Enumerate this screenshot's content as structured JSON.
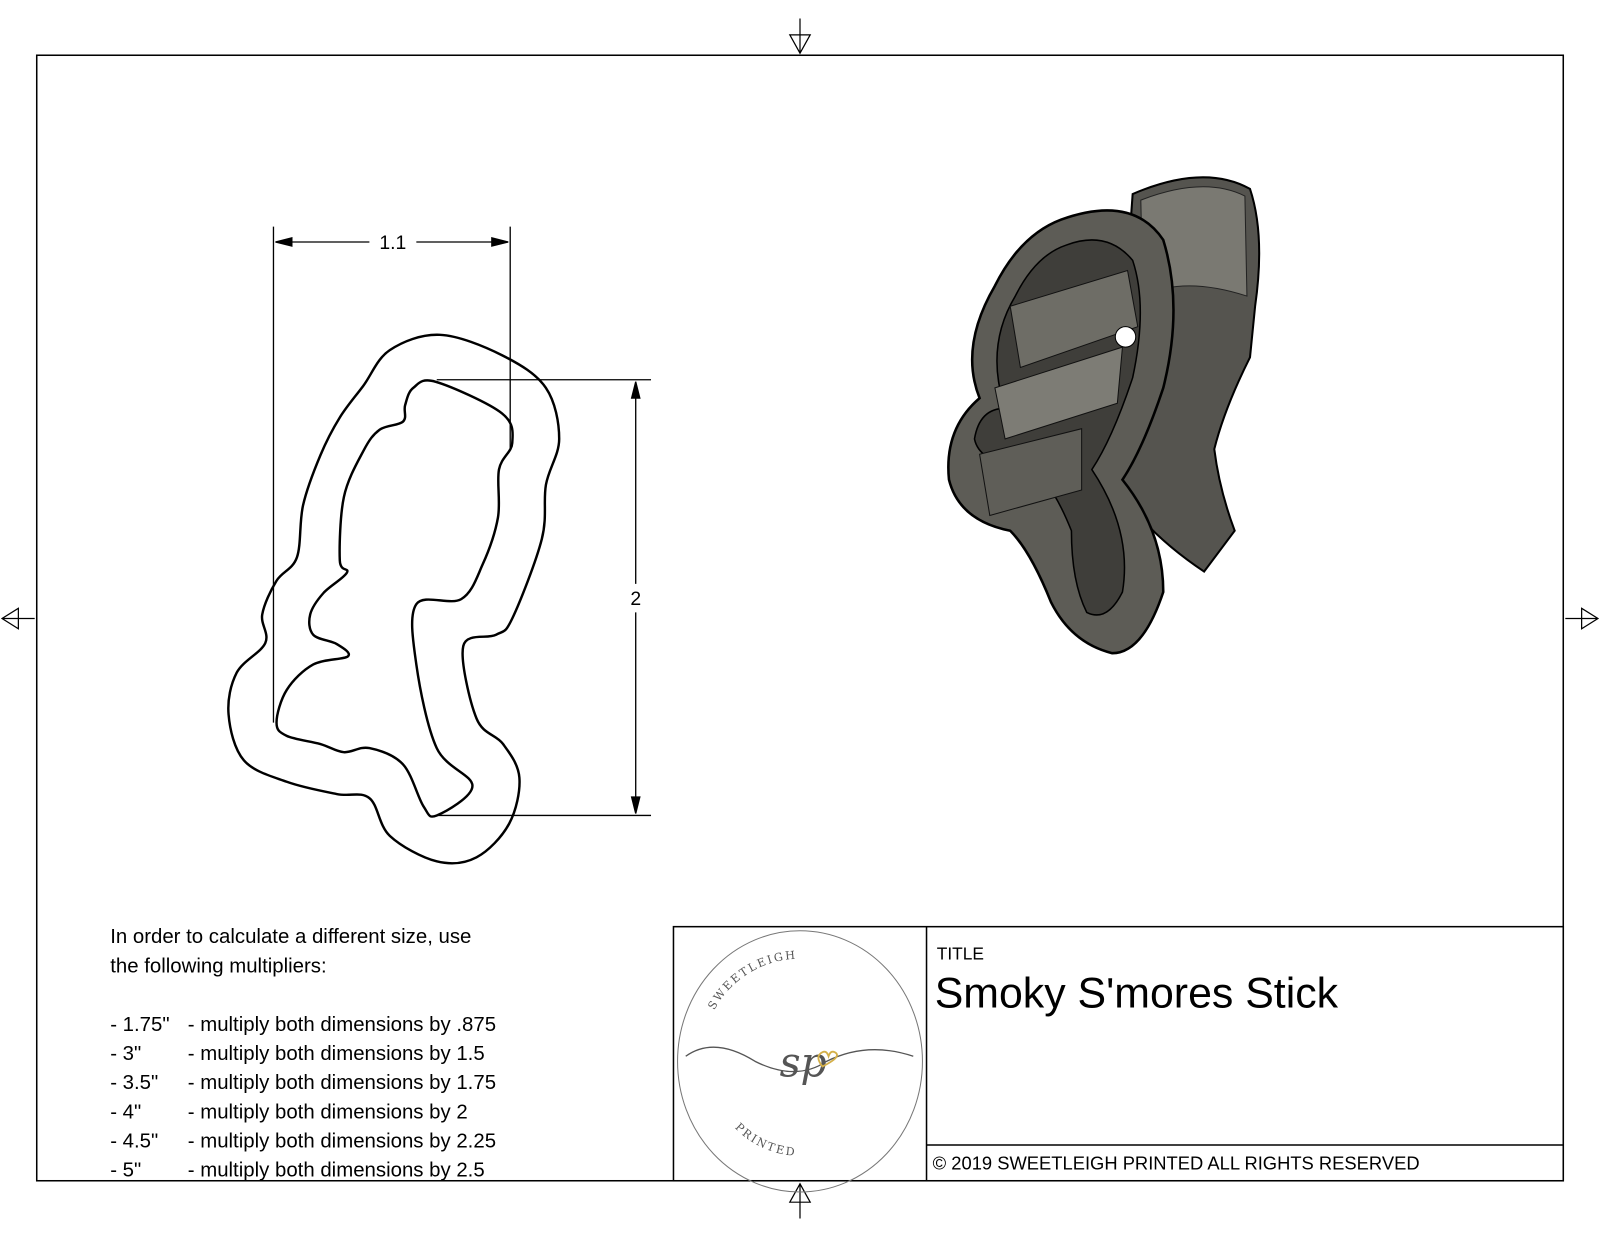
{
  "drawing": {
    "dimensions": {
      "width_label": "1.1",
      "height_label": "2"
    }
  },
  "notes": {
    "intro_line1": "In order to calculate a different size, use",
    "intro_line2": "the following multipliers:",
    "multipliers": [
      {
        "size": "- 1.75\"",
        "text": "- multiply both dimensions by .875"
      },
      {
        "size": "- 3\"",
        "text": "- multiply both dimensions by 1.5"
      },
      {
        "size": "- 3.5\"",
        "text": "- multiply both dimensions by 1.75"
      },
      {
        "size": "- 4\"",
        "text": "- multiply both dimensions by 2"
      },
      {
        "size": "- 4.5\"",
        "text": "- multiply both dimensions by 2.25"
      },
      {
        "size": "- 5\"",
        "text": "- multiply both dimensions by 2.5"
      }
    ]
  },
  "title_block": {
    "title_label": "TITLE",
    "title": "Smoky S'mores Stick",
    "copyright": "© 2019  SWEETLEIGH PRINTED  ALL RIGHTS RESERVED",
    "logo": {
      "top_text": "SWEETLEIGH",
      "bottom_text": "PRINTED",
      "monogram": "sp",
      "accent_color": "#d4b04a"
    }
  },
  "colors": {
    "line": "#000000",
    "render_body": "#6b6a64",
    "render_dark": "#3f3e3a"
  }
}
